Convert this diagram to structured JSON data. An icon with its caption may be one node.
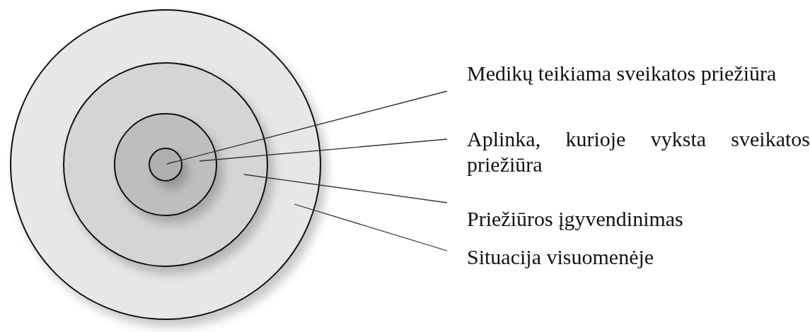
{
  "diagram": {
    "nodes": [
      {
        "text": [],
        "shape": "circle"
      },
      {
        "text": [],
        "shape": "circle",
        "in": 0
      },
      {
        "text": [],
        "shape": "circle",
        "in": 1
      },
      {
        "text": [],
        "shape": "circle",
        "in": 2
      },
      {
        "text": [
          "Medikų teikiama sveikatos priežiūra"
        ]
      },
      {
        "text": [
          "Aplinka, kurioje vyksta sveikatos priežiūra"
        ]
      },
      {
        "text": [
          "Priežiūros įgyvendinimas"
        ]
      },
      {
        "text": [
          "Situacija visuomenėje"
        ]
      }
    ],
    "edges": [
      {
        "from": 4,
        "to": 3,
        "arrow": "none"
      },
      {
        "from": 5,
        "to": 2,
        "arrow": "none"
      },
      {
        "from": 6,
        "to": 1,
        "arrow": "none"
      },
      {
        "from": 7,
        "to": 0,
        "arrow": "none"
      }
    ]
  }
}
